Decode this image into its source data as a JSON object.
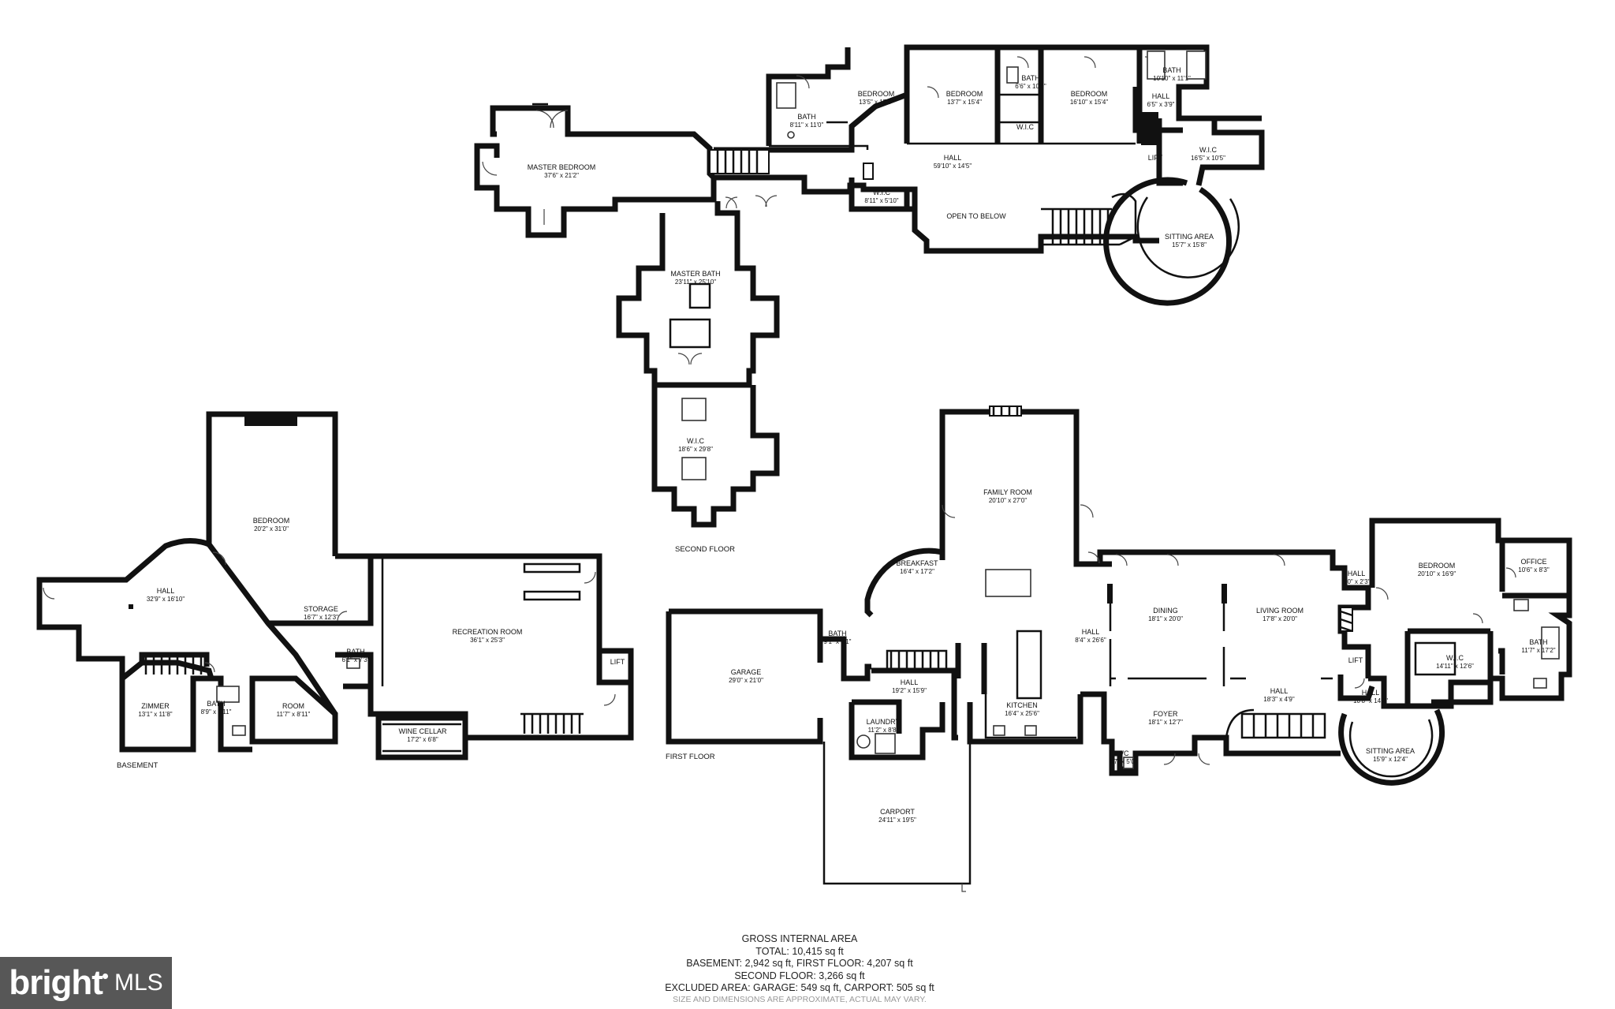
{
  "floors": {
    "second": "SECOND FLOOR",
    "first": "FIRST FLOOR",
    "basement": "BASEMENT"
  },
  "rooms": {
    "master_bedroom": {
      "name": "MASTER BEDROOM",
      "dims": "37'6\" x 21'2\""
    },
    "master_bath": {
      "name": "MASTER BATH",
      "dims": "23'11\" x 25'10\""
    },
    "wic_master": {
      "name": "W.I.C",
      "dims": "18'6\" x 29'8\""
    },
    "bath_2a": {
      "name": "BATH",
      "dims": "8'11\" x 11'0\""
    },
    "bedroom_2a": {
      "name": "BEDROOM",
      "dims": "13'5\" x 15'4\""
    },
    "bedroom_2b": {
      "name": "BEDROOM",
      "dims": "13'7\" x 15'4\""
    },
    "bath_2b": {
      "name": "BATH",
      "dims": "6'6\" x 10'0\""
    },
    "wic_2b": {
      "name": "W.I.C",
      "dims": ""
    },
    "bedroom_2c": {
      "name": "BEDROOM",
      "dims": "16'10\" x 15'4\""
    },
    "bath_2c": {
      "name": "BATH",
      "dims": "10'10\" x 11'1\""
    },
    "hall_2c": {
      "name": "HALL",
      "dims": "6'5\" x 3'9\""
    },
    "wic_2c": {
      "name": "W.I.C",
      "dims": "16'5\" x 10'5\""
    },
    "lift_2": {
      "name": "LIFT",
      "dims": ""
    },
    "hall_2": {
      "name": "HALL",
      "dims": "59'10\" x 14'5\""
    },
    "wic_2d": {
      "name": "W.I.C",
      "dims": "8'11\" x 5'10\""
    },
    "open_to_below": {
      "name": "OPEN TO BELOW",
      "dims": ""
    },
    "sitting_2": {
      "name": "SITTING AREA",
      "dims": "15'7\" x 15'8\""
    },
    "family_room": {
      "name": "FAMILY ROOM",
      "dims": "20'10\" x 27'0\""
    },
    "breakfast": {
      "name": "BREAKFAST",
      "dims": "16'4\" x 17'2\""
    },
    "bath_1": {
      "name": "BATH",
      "dims": "9'1\" x 8'1\""
    },
    "garage": {
      "name": "GARAGE",
      "dims": "29'0\" x 21'0\""
    },
    "hall_1a": {
      "name": "HALL",
      "dims": "19'2\" x 15'9\""
    },
    "laundry": {
      "name": "LAUNDRY",
      "dims": "11'2\" x 8'8\""
    },
    "kitchen": {
      "name": "KITCHEN",
      "dims": "16'4\" x 25'6\""
    },
    "hall_1b": {
      "name": "HALL",
      "dims": "8'4\" x 26'6\""
    },
    "dining": {
      "name": "DINING",
      "dims": "18'1\" x 20'0\""
    },
    "living_room": {
      "name": "LIVING ROOM",
      "dims": "17'8\" x 20'0\""
    },
    "foyer": {
      "name": "FOYER",
      "dims": "18'1\" x 12'7\""
    },
    "hall_1c": {
      "name": "HALL",
      "dims": "18'3\" x 4'9\""
    },
    "wc": {
      "name": "WC",
      "dims": "4'7\" x 5'0\""
    },
    "hall_1d": {
      "name": "HALL",
      "dims": "5'0\" x 2'3\""
    },
    "hall_1e": {
      "name": "HALL",
      "dims": "10'8\" x 14'4\""
    },
    "lift_1": {
      "name": "LIFT",
      "dims": ""
    },
    "sitting_1": {
      "name": "SITTING AREA",
      "dims": "15'9\" x 12'4\""
    },
    "bedroom_1": {
      "name": "BEDROOM",
      "dims": "20'10\" x 16'9\""
    },
    "office": {
      "name": "OFFICE",
      "dims": "10'6\" x 8'3\""
    },
    "wic_1": {
      "name": "W.I.C",
      "dims": "14'11\" x 12'6\""
    },
    "bath_1b": {
      "name": "BATH",
      "dims": "11'7\" x 17'2\""
    },
    "carport": {
      "name": "CARPORT",
      "dims": "24'11\" x 19'5\""
    },
    "bedroom_b": {
      "name": "BEDROOM",
      "dims": "20'2\" x 31'0\""
    },
    "hall_b": {
      "name": "HALL",
      "dims": "32'9\" x 16'10\""
    },
    "storage": {
      "name": "STORAGE",
      "dims": "16'7\" x 12'3\""
    },
    "bath_b1": {
      "name": "BATH",
      "dims": "6'1\" x 7'3\""
    },
    "recreation": {
      "name": "RECREATION ROOM",
      "dims": "36'1\" x 25'3\""
    },
    "lift_b": {
      "name": "LIFT",
      "dims": ""
    },
    "zimmer": {
      "name": "ZIMMER",
      "dims": "13'1\" x 11'8\""
    },
    "bath_b2": {
      "name": "BATH",
      "dims": "8'9\" x 8'11\""
    },
    "room_b": {
      "name": "ROOM",
      "dims": "11'7\" x 8'11\""
    },
    "wine_cellar": {
      "name": "WINE CELLAR",
      "dims": "17'2\" x 6'8\""
    }
  },
  "summary": {
    "title": "GROSS INTERNAL AREA",
    "total": "TOTAL: 10,415 sq ft",
    "floors_line": "BASEMENT: 2,942 sq ft, FIRST FLOOR: 4,207 sq ft",
    "second_line": "SECOND FLOOR: 3,266 sq ft",
    "excluded_line": "EXCLUDED AREA: GARAGE: 549 sq ft, CARPORT: 505 sq ft",
    "disclaimer": "SIZE AND DIMENSIONS ARE APPROXIMATE, ACTUAL MAY VARY."
  },
  "logo": {
    "word": "bright",
    "suffix": "MLS"
  },
  "colors": {
    "wall": "#111111",
    "logo_bg": "#575757",
    "disclaimer": "#999999"
  }
}
